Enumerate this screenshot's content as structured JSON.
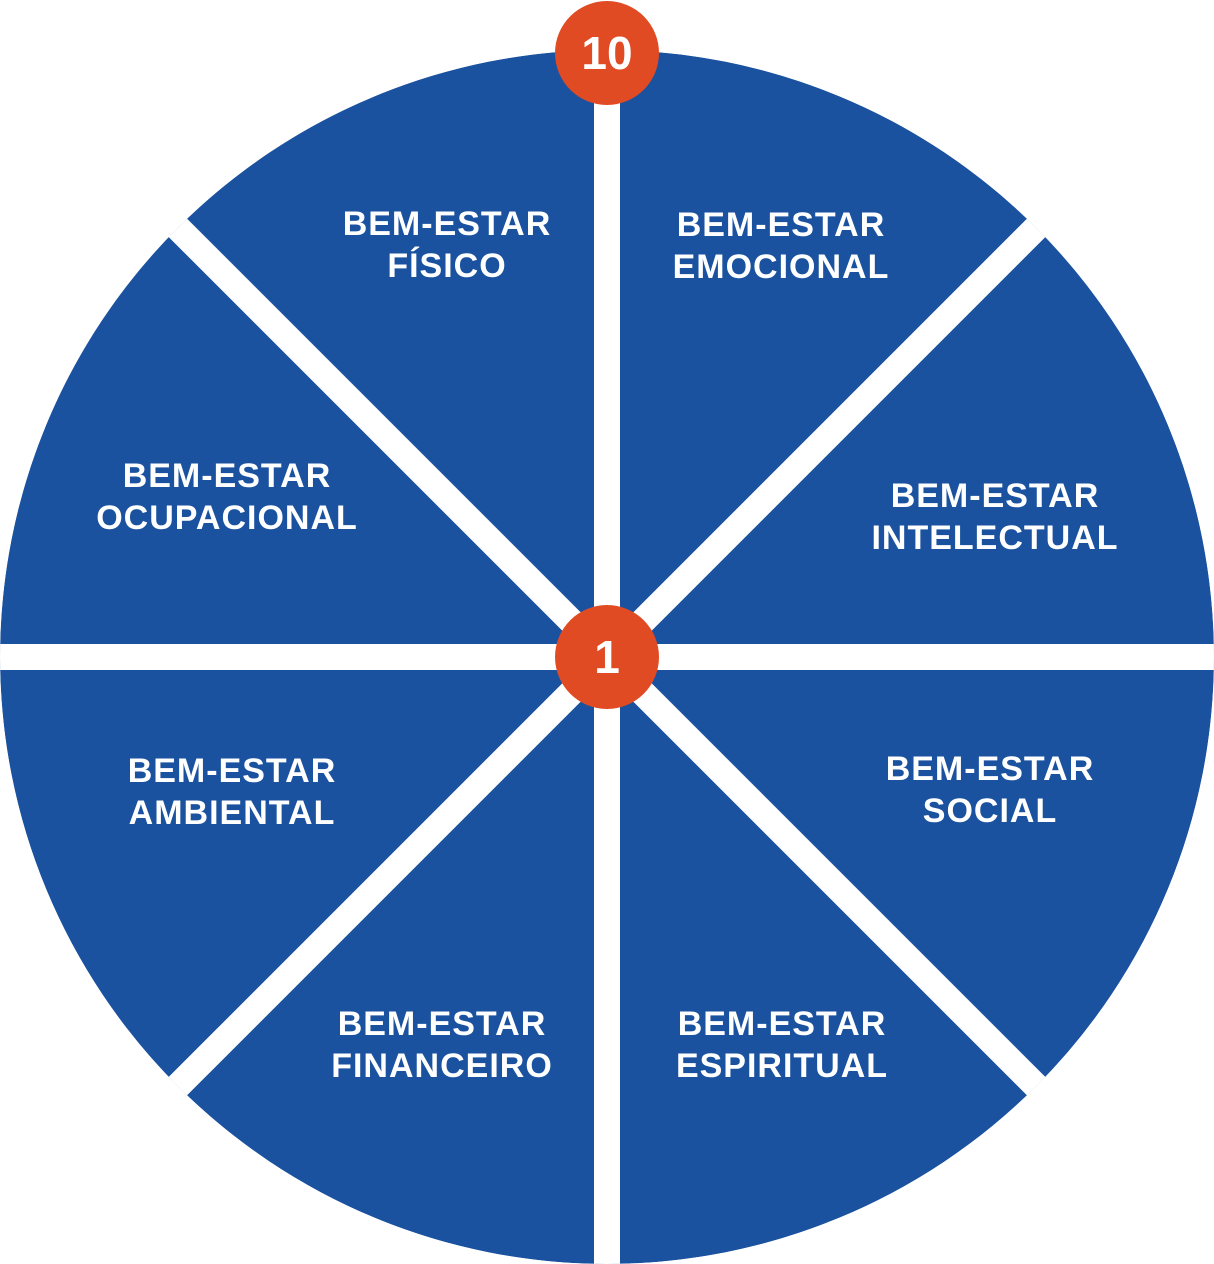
{
  "diagram": {
    "type": "wellness-wheel",
    "language": "pt-BR",
    "scale": {
      "outer_label": "10",
      "center_label": "1"
    },
    "colors": {
      "segment_blue": "#1A52A0",
      "badge_orange": "#E04B23",
      "divider_white": "#FFFFFF",
      "label_white": "#FFFFFF",
      "background": "#FFFFFF"
    },
    "segments": [
      {
        "id": "emocional",
        "position": "top-right",
        "lines": [
          "BEM-ESTAR",
          "EMOCIONAL"
        ]
      },
      {
        "id": "intelectual",
        "position": "right-upper",
        "lines": [
          "BEM-ESTAR",
          "INTELECTUAL"
        ]
      },
      {
        "id": "social",
        "position": "right-lower",
        "lines": [
          "BEM-ESTAR",
          "SOCIAL"
        ]
      },
      {
        "id": "espiritual",
        "position": "bottom-right",
        "lines": [
          "BEM-ESTAR",
          "ESPIRITUAL"
        ]
      },
      {
        "id": "financeiro",
        "position": "bottom-left",
        "lines": [
          "BEM-ESTAR",
          "FINANCEIRO"
        ]
      },
      {
        "id": "ambiental",
        "position": "left-lower",
        "lines": [
          "BEM-ESTAR",
          "AMBIENTAL"
        ]
      },
      {
        "id": "ocupacional",
        "position": "left-upper",
        "lines": [
          "BEM-ESTAR",
          "OCUPACIONAL"
        ]
      },
      {
        "id": "fisico",
        "position": "top-left",
        "lines": [
          "BEM-ESTAR",
          "FÍSICO"
        ]
      }
    ]
  }
}
